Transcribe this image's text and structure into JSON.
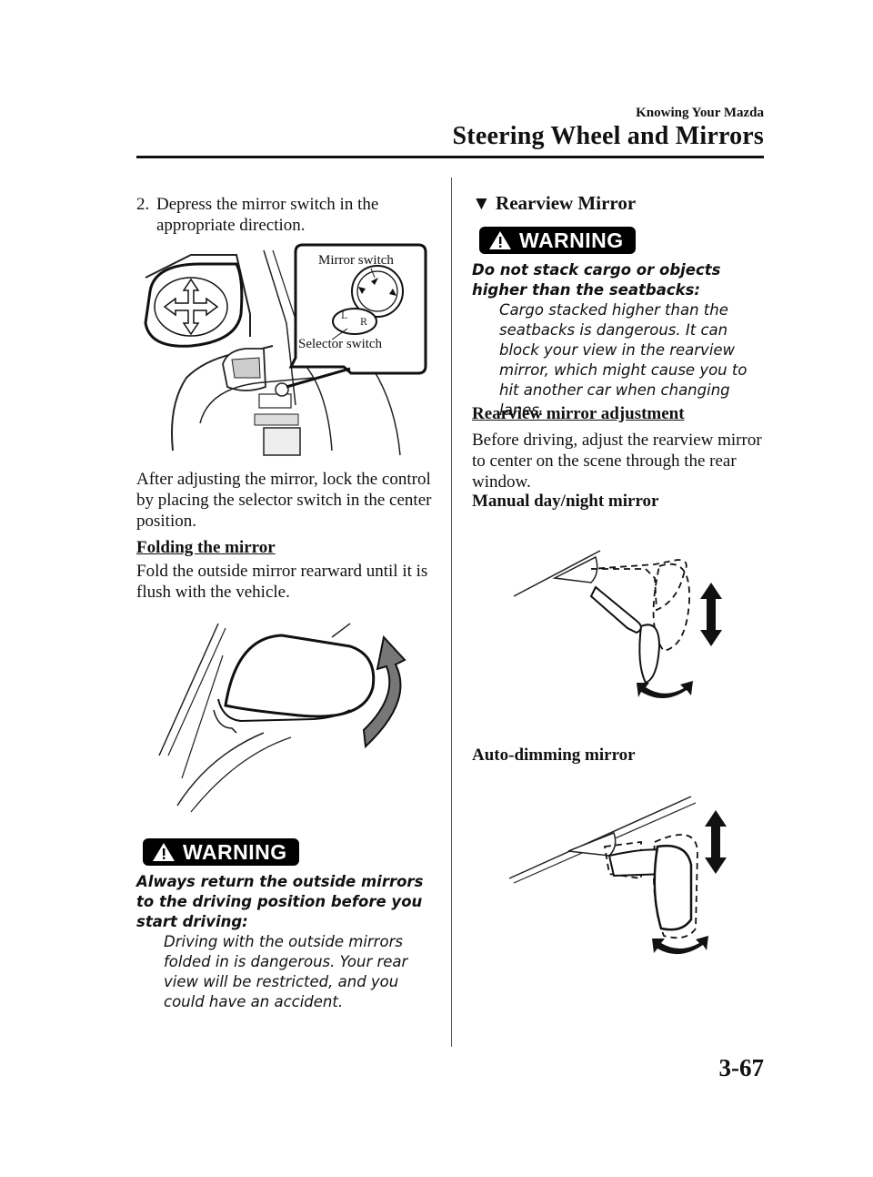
{
  "header": {
    "section": "Knowing Your Mazda",
    "title": "Steering Wheel and Mirrors"
  },
  "left": {
    "step": {
      "number": "2.",
      "line1": "Depress the mirror switch in the",
      "line2": "appropriate direction."
    },
    "figure1": {
      "callout_mirror_switch": "Mirror switch",
      "callout_selector_switch": "Selector switch",
      "switch_letter_l": "L",
      "switch_letter_r": "R"
    },
    "para1": "After adjusting the mirror, lock the control by placing the selector switch in the center position.",
    "folding_heading": "Folding the mirror",
    "folding_text": "Fold the outside mirror rearward until it is flush with the vehicle.",
    "warning": {
      "badge": "WARNING",
      "lead": "Always return the outside mirrors to the driving position before you start driving:",
      "body": "Driving with the outside mirrors folded in is dangerous. Your rear view will be restricted, and you could have an accident."
    }
  },
  "right": {
    "heading_marker": "▼",
    "heading": "Rearview Mirror",
    "warning": {
      "badge": "WARNING",
      "lead": "Do not stack cargo or objects higher than the seatbacks:",
      "body": "Cargo stacked higher than the seatbacks is dangerous. It can block your view in the rearview mirror, which might cause you to hit another car when changing lanes."
    },
    "adjust_heading": "Rearview mirror adjustment",
    "adjust_text": "Before driving, adjust the rearview mirror to center on the scene through the rear window.",
    "manual_label": "Manual day/night mirror",
    "auto_label": "Auto-dimming mirror"
  },
  "page_number": "3-67"
}
